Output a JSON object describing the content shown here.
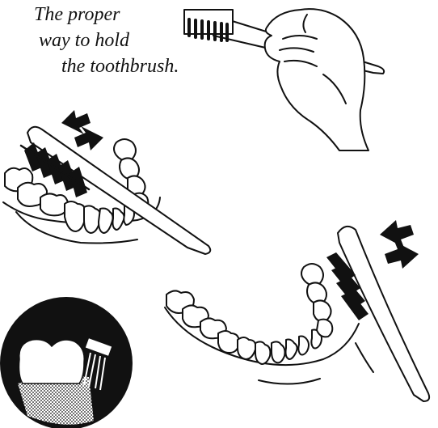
{
  "caption": {
    "line1": "The proper",
    "line2": "way to hold",
    "line3": "the toothbrush."
  },
  "colors": {
    "ink": "#111111",
    "paper": "#ffffff"
  },
  "icons": {
    "motion_upper": "double-arrow-icon",
    "motion_lower": "double-arrow-icon"
  }
}
